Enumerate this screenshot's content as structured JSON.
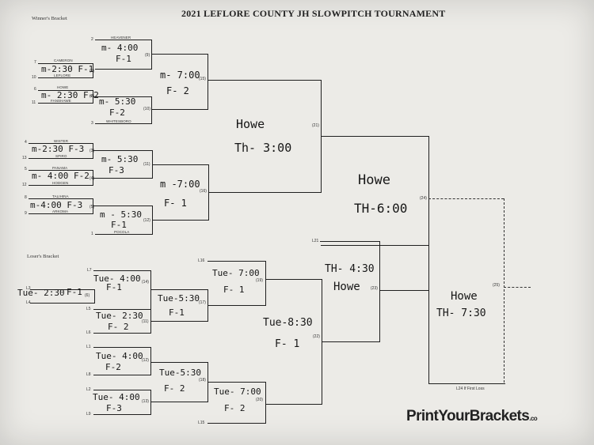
{
  "title": "2021 LEFLORE COUNTY JH SLOWPITCH TOURNAMENT",
  "winners_label": "Winner's Bracket",
  "losers_label": "Loser's Bracket",
  "brand": "PrintYourBrackets",
  "brand_suffix": ".co",
  "first_loss_note": "L24 If First Loss",
  "winners": {
    "r1": [
      {
        "seed_a": "2",
        "team_a": "HEAVENER",
        "seed_b": "",
        "team_b": "",
        "hand1": "m- 4:00",
        "hand2": "F-1",
        "game": "(9)"
      },
      {
        "seed_a": "7",
        "team_a": "CAMERON",
        "seed_b": "10",
        "team_b": "LEFLORE",
        "hand1": "m-2:30 F-1",
        "hand2": "",
        "game": "(1)"
      },
      {
        "seed_a": "6",
        "team_a": "HOWE",
        "seed_b": "11",
        "team_b": "FANSHAWE",
        "hand1": "m- 2:30 F-2",
        "hand2": "",
        "game": "(2)"
      },
      {
        "seed_a": "",
        "team_a": "",
        "seed_b": "3",
        "team_b": "WHITESBORO",
        "hand1": "m- 5:30",
        "hand2": "F-2",
        "game": "(10)"
      },
      {
        "seed_a": "4",
        "team_a": "WISTER",
        "seed_b": "13",
        "team_b": "SPIRO",
        "hand1": "m-2:30 F-3",
        "hand2": "",
        "game": "(3)"
      },
      {
        "seed_a": "5",
        "team_a": "PANAMA",
        "seed_b": "12",
        "team_b": "HODGEN",
        "hand1": "m- 4:00 F-2",
        "hand2": "",
        "game": "(4)"
      },
      {
        "seed_a": "",
        "team_a": "",
        "seed_b": "",
        "team_b": "",
        "hand1": "m- 5:30",
        "hand2": "F-3",
        "game": "(11)"
      },
      {
        "seed_a": "8",
        "team_a": "TALIHINA",
        "seed_b": "9",
        "team_b": "ARKOMA",
        "hand1": "m-4:00 F-3",
        "hand2": "",
        "game": "(5)"
      },
      {
        "seed_a": "",
        "team_a": "",
        "seed_b": "1",
        "team_b": "POCOLA",
        "hand1": "m - 5:30",
        "hand2": "F-1",
        "game": "(12)"
      }
    ],
    "qf1": {
      "hand1": "m- 7:00",
      "hand2": "F- 2",
      "game": "(15)"
    },
    "qf2": {
      "hand1": "m -7:00",
      "hand2": "F- 1",
      "game": "(16)"
    },
    "sf": {
      "hand1": "Howe",
      "hand2": "Th- 3:00",
      "game": "(21)"
    },
    "final": {
      "hand1": "Howe",
      "hand2": "TH-6:00",
      "game": "(24)"
    }
  },
  "losers": {
    "lt_labels": [
      "L7",
      "L3",
      "L4",
      "L5",
      "L6",
      "L1",
      "L8",
      "L2",
      "L9",
      "L16",
      "L21",
      "L15"
    ],
    "g1": {
      "hand1": "Tue- 4:00",
      "hand2": "F-1",
      "game": "(14)"
    },
    "g0": {
      "hand1": "Tue- 2:30",
      "hand2": "F-1",
      "game": "(6)"
    },
    "g2": {
      "hand1": "Tue- 2:30",
      "hand2": "F- 2",
      "game": "(11)"
    },
    "g3": {
      "hand1": "Tue- 4:00",
      "hand2": "F-2",
      "game": "(12)"
    },
    "g4": {
      "hand1": "Tue- 4:00",
      "hand2": "F-3",
      "game": "(13)"
    },
    "r2a": {
      "hand1": "Tue-5:30",
      "hand2": "F-1",
      "game": "(17)"
    },
    "r2b": {
      "hand1": "Tue-5:30",
      "hand2": "F- 2",
      "game": "(18)"
    },
    "r3a": {
      "hand1": "Tue- 7:00",
      "hand2": "F- 1",
      "game": "(19)"
    },
    "r3b": {
      "hand1": "Tue- 7:00",
      "hand2": "F- 2",
      "game": "(20)"
    },
    "r4": {
      "hand1": "Tue-8:30",
      "hand2": "F- 1",
      "game": "(22)"
    },
    "r5": {
      "hand1": "TH- 4:30",
      "hand2": "Howe",
      "game": "(23)"
    },
    "champ": {
      "hand1": "Howe",
      "hand2": "TH- 7:30",
      "game": "(25)"
    }
  }
}
